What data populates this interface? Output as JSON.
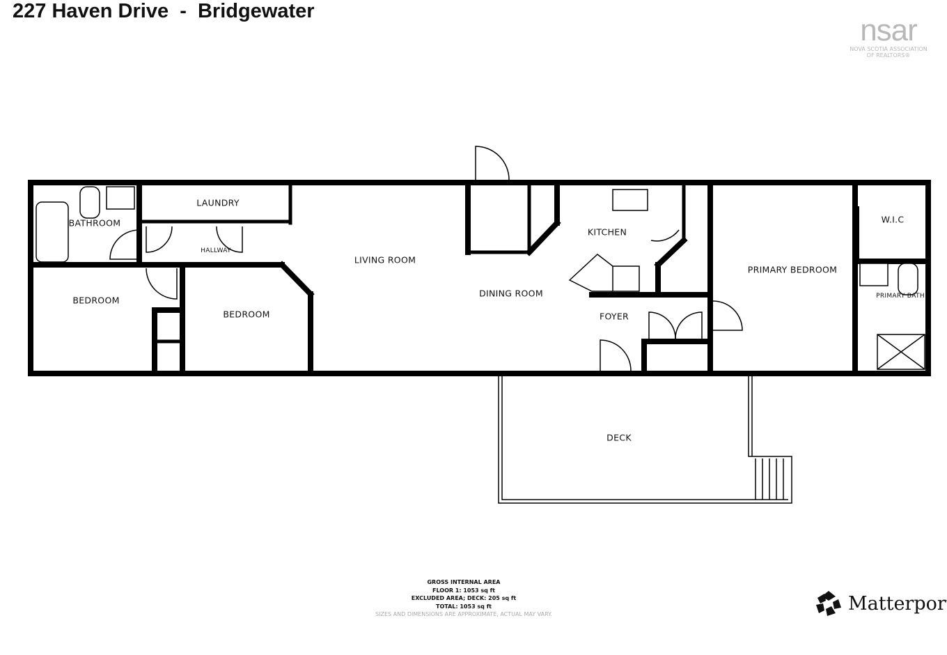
{
  "title": "227 Haven Drive  -  Bridgewater",
  "logo": {
    "mark": "nsar",
    "line1": "NOVA SCOTIA ASSOCIATION",
    "line2": "OF REALTORS®"
  },
  "rooms": {
    "bathroom": "BATHROOM",
    "laundry": "LAUNDRY",
    "hallway": "HALLWAY",
    "bedroom1": "BEDROOM",
    "bedroom2": "BEDROOM",
    "living_room": "LIVING ROOM",
    "dining_room": "DINING ROOM",
    "kitchen": "KITCHEN",
    "foyer": "FOYER",
    "primary_bedroom": "PRIMARY BEDROOM",
    "wic": "W.I.C",
    "primary_bath": "PRIMARY BATH",
    "deck": "DECK"
  },
  "area": {
    "heading": "GROSS INTERNAL AREA",
    "floor1": "FLOOR 1: 1053 sq ft",
    "excluded": "EXCLUDED AREA; DECK: 205 sq ft",
    "total": "TOTAL: 1053 sq ft",
    "note": "SIZES AND DIMENSIONS ARE APPROXIMATE, ACTUAL MAY VARY."
  },
  "brand": "Matterport",
  "colors": {
    "wall": "#000000",
    "logo": "#b8b8b8"
  }
}
